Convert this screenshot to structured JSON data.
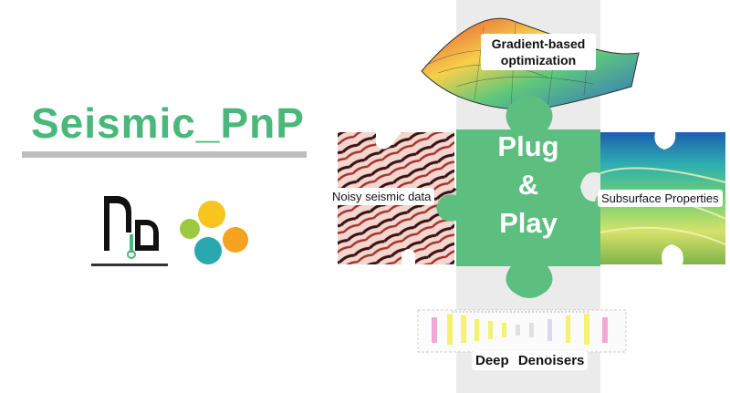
{
  "title": "Seismic_PnP",
  "center_lines": [
    "Plug",
    "&",
    "Play"
  ],
  "captions": {
    "top": [
      "Gradient-based",
      "optimization"
    ],
    "left": "Noisy seismic data",
    "right": "Subsurface Properties",
    "bottom": "Deep  Denoisers"
  },
  "colors": {
    "puzzle_green": "#5cbf7f",
    "title_green": "#49b87a",
    "logo_orange": "#f4a21f",
    "logo_yellow": "#f7c51d",
    "logo_green": "#9cc93f",
    "logo_teal": "#2aa8b0"
  }
}
